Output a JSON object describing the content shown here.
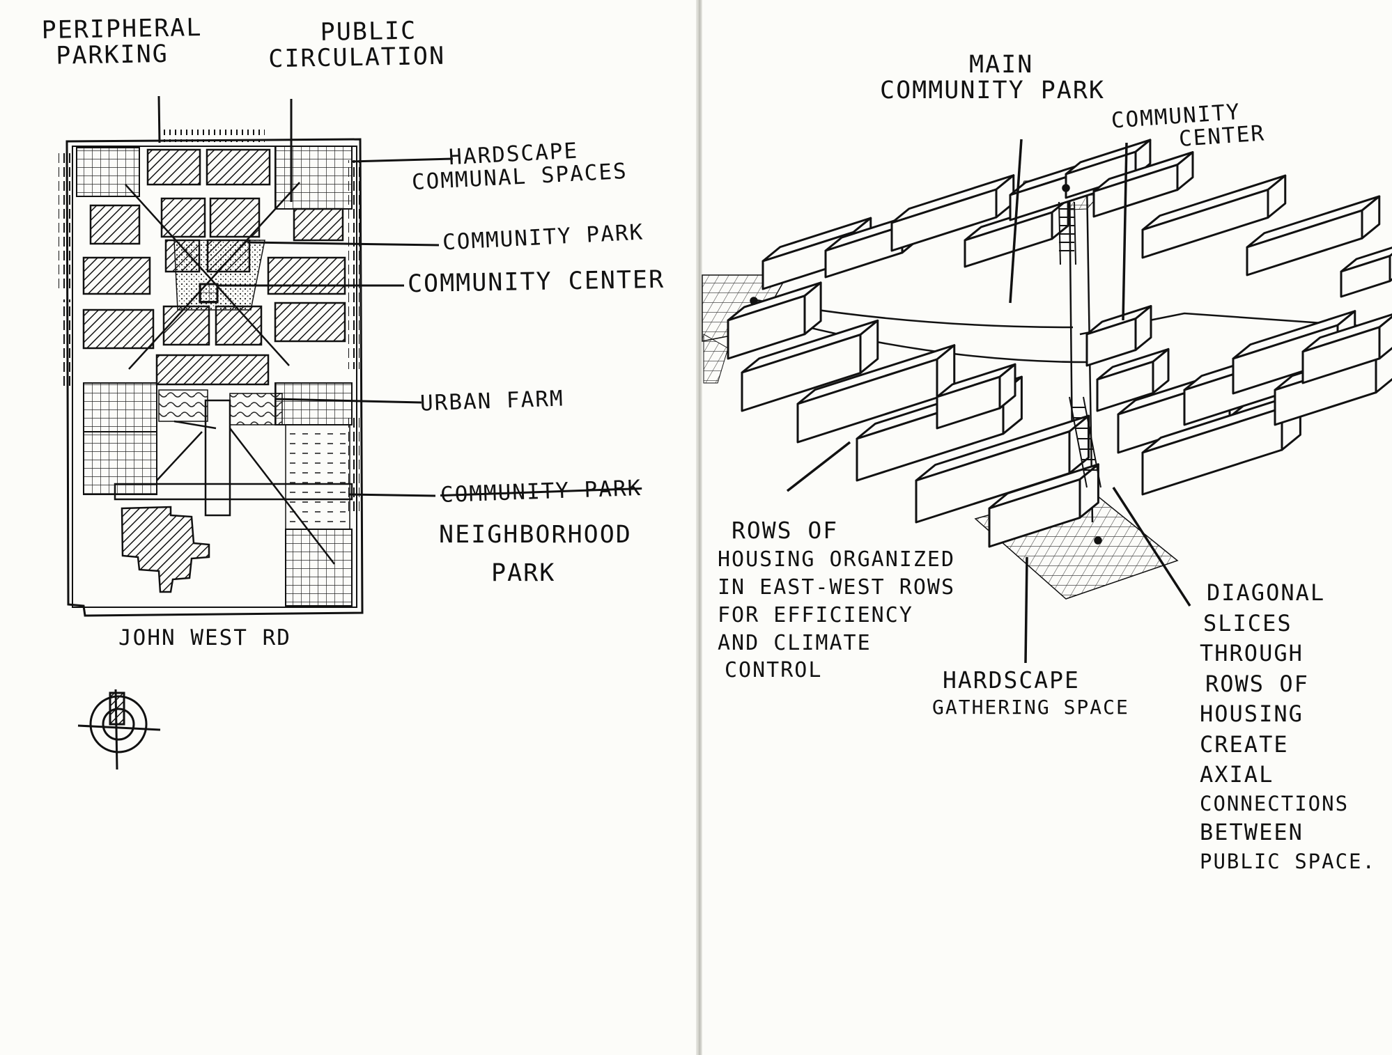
{
  "left_page": {
    "labels": {
      "peripheral_parking": [
        "PERIPHERAL",
        "PARKING"
      ],
      "public_circulation": [
        "PUBLIC",
        "CIRCULATION"
      ],
      "hardscape_communal": [
        "HARDSCAPE",
        "COMMUNAL SPACES"
      ],
      "community_park": "COMMUNITY PARK",
      "community_center": "COMMUNITY CENTER",
      "urban_farm": "URBAN FARM",
      "struck_label": "COMMUNITY PARK",
      "neighborhood_park": [
        "NEIGHBORHOOD",
        "PARK"
      ],
      "road": "JOHN WEST RD"
    },
    "north_arrow_icon": "north-arrow-icon"
  },
  "right_page": {
    "labels": {
      "main_community_park": [
        "MAIN",
        "COMMUNITY PARK"
      ],
      "community_center": [
        "COMMUNITY",
        "CENTER"
      ],
      "rows_of_housing": [
        "ROWS OF",
        "HOUSING ORGANIZED",
        "IN EAST-WEST ROWS",
        "FOR EFFICIENCY",
        "AND CLIMATE",
        "CONTROL"
      ],
      "hardscape_gathering": [
        "HARDSCAPE",
        "GATHERING SPACE"
      ],
      "diagonal_slices": [
        "DIAGONAL",
        "SLICES",
        "THROUGH",
        "ROWS OF",
        "HOUSING",
        "CREATE",
        "AXIAL",
        "CONNECTIONS",
        "BETWEEN",
        "PUBLIC SPACE."
      ]
    }
  },
  "colors": {
    "ink": "#111111",
    "paper": "#fcfcf9"
  }
}
